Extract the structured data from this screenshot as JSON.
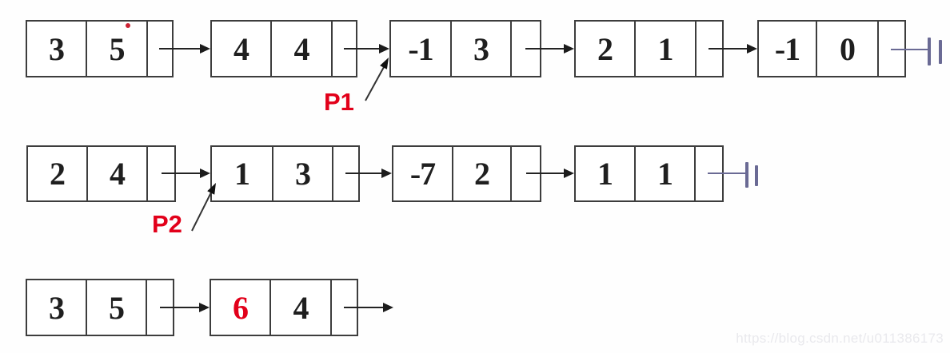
{
  "colors": {
    "ink": "#1f1f1f",
    "border": "#3d3d3d",
    "accent_red": "#e2001a",
    "terminator_slate": "#6a6a94",
    "dot_red": "#cc2233",
    "watermark_gray": "#e9e9ed"
  },
  "pointers": [
    {
      "label": "P1",
      "points_to": "list1 node 3 (-1,3)"
    },
    {
      "label": "P2",
      "points_to": "list2 node 2 (1,3)"
    }
  ],
  "lists": [
    {
      "name": "list1",
      "terminator": "null-bars",
      "nodes": [
        {
          "a": "3",
          "b": "5"
        },
        {
          "a": "4",
          "b": "4"
        },
        {
          "a": "-1",
          "b": "3"
        },
        {
          "a": "2",
          "b": "1"
        },
        {
          "a": "-1",
          "b": "0"
        }
      ]
    },
    {
      "name": "list2",
      "terminator": "null-bars",
      "nodes": [
        {
          "a": "2",
          "b": "4"
        },
        {
          "a": "1",
          "b": "3"
        },
        {
          "a": "-7",
          "b": "2"
        },
        {
          "a": "1",
          "b": "1"
        }
      ]
    },
    {
      "name": "result-list",
      "terminator": "open-arrow",
      "nodes": [
        {
          "a": "3",
          "b": "5"
        },
        {
          "a": "6",
          "b": "4",
          "a_red": true
        }
      ]
    }
  ],
  "watermark": "https://blog.csdn.net/u011386173"
}
